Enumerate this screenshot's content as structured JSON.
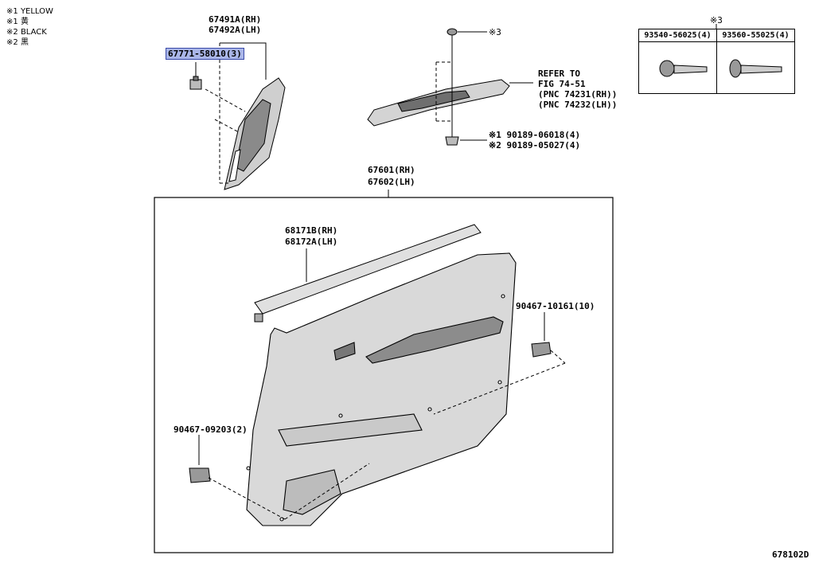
{
  "legend": [
    {
      "mark": "※1",
      "text": "YELLOW"
    },
    {
      "mark": "※1",
      "text": "黄"
    },
    {
      "mark": "※2",
      "text": "BLACK"
    },
    {
      "mark": "※2",
      "text": "黒"
    }
  ],
  "parts": {
    "trim_upper_rh": "67491A(RH)",
    "trim_upper_lh": "67492A(LH)",
    "clip_highlighted": "67771-58010(3)",
    "screw_note": "※3",
    "refer_1": "REFER TO",
    "refer_2": "FIG 74-51",
    "refer_3": "(PNC 74231(RH))",
    "refer_4": "(PNC 74232(LH))",
    "clip_yellow": "※1 90189-06018(4)",
    "clip_black": "※2 90189-05027(4)",
    "panel_rh": "67601(RH)",
    "panel_lh": "67602(LH)",
    "weatherstrip_rh": "68171B(RH)",
    "weatherstrip_lh": "68172A(LH)",
    "clip_right": "90467-10161(10)",
    "clip_left": "90467-09203(2)",
    "figure_code": "678102D"
  },
  "fastener_table": {
    "note": "※3",
    "columns": [
      "93540-56025(4)",
      "93560-55025(4)"
    ]
  }
}
